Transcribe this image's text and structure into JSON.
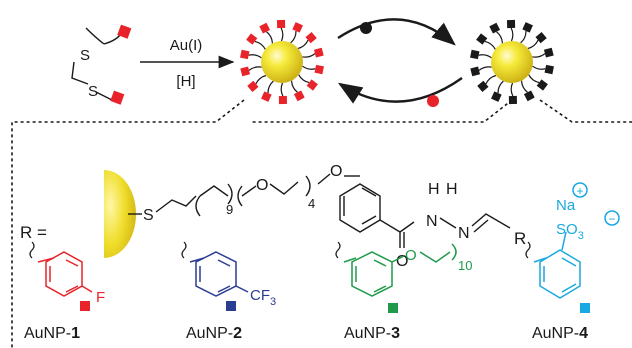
{
  "reaction": {
    "reagent_top": "Au(I)",
    "reagent_bottom": "[H]"
  },
  "disulfide": {
    "atom1": "S",
    "atom2": "S"
  },
  "ligand": {
    "sulfur": "S",
    "n9": "9",
    "oxygen1": "O",
    "n4": "4",
    "oxygen2": "O",
    "nh1": "H",
    "nh2": "H",
    "n1": "N",
    "n2": "N",
    "carbonyl_o": "O",
    "r_group": "R"
  },
  "r_equals": "R =",
  "substituents": {
    "fluoro": "F",
    "cf3_main": "CF",
    "cf3_sub": "3",
    "ether_o": "O",
    "chain_n": "10",
    "sodium": "Na",
    "plus": "+",
    "so3_main": "SO",
    "so3_sub": "3",
    "minus": "−"
  },
  "labels": [
    {
      "prefix": "AuNP-",
      "num": "1"
    },
    {
      "prefix": "AuNP-",
      "num": "2"
    },
    {
      "prefix": "AuNP-",
      "num": "3"
    },
    {
      "prefix": "AuNP-",
      "num": "4"
    }
  ],
  "colors": {
    "red": "#e8232a",
    "blue": "#2b3c93",
    "green": "#1f9a4a",
    "cyan": "#19a9e0",
    "black": "#1a1a1a",
    "gold": "#f2e22a"
  }
}
